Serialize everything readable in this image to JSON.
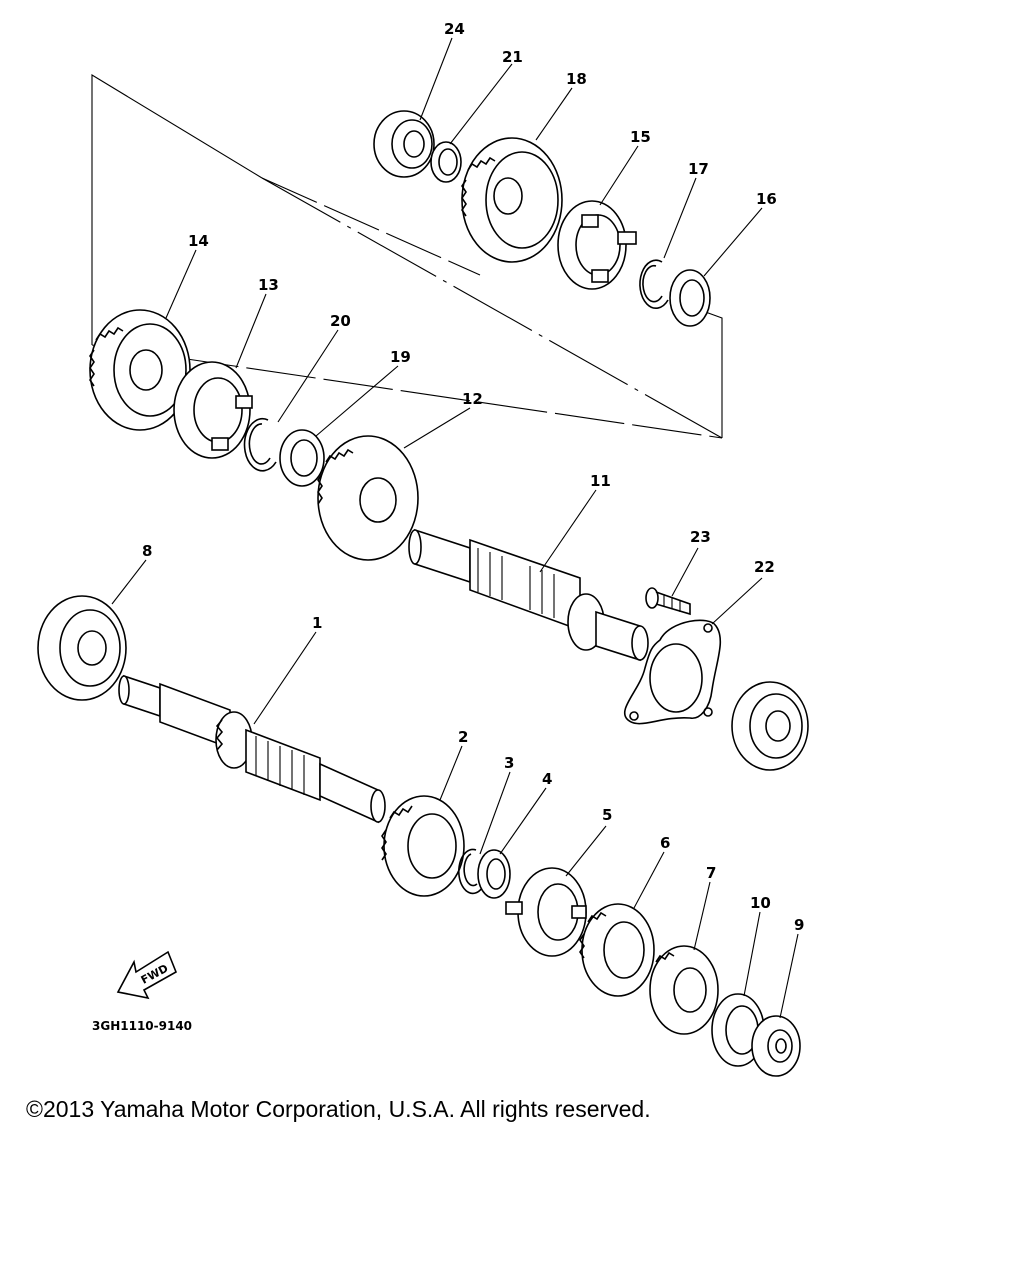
{
  "diagram": {
    "labels": {
      "p1": "1",
      "p2": "2",
      "p3": "3",
      "p4": "4",
      "p5": "5",
      "p6": "6",
      "p7": "7",
      "p8": "8",
      "p9": "9",
      "p10": "10",
      "p11": "11",
      "p12": "12",
      "p13": "13",
      "p14": "14",
      "p15": "15",
      "p16": "16",
      "p17": "17",
      "p18": "18",
      "p19": "19",
      "p20": "20",
      "p21": "21",
      "p22": "22",
      "p23": "23",
      "p24": "24"
    },
    "part_number": "3GH1110-9140",
    "fwd_label": "FWD"
  },
  "footer": {
    "copyright": "©2013 Yamaha Motor Corporation, U.S.A. All rights reserved."
  }
}
